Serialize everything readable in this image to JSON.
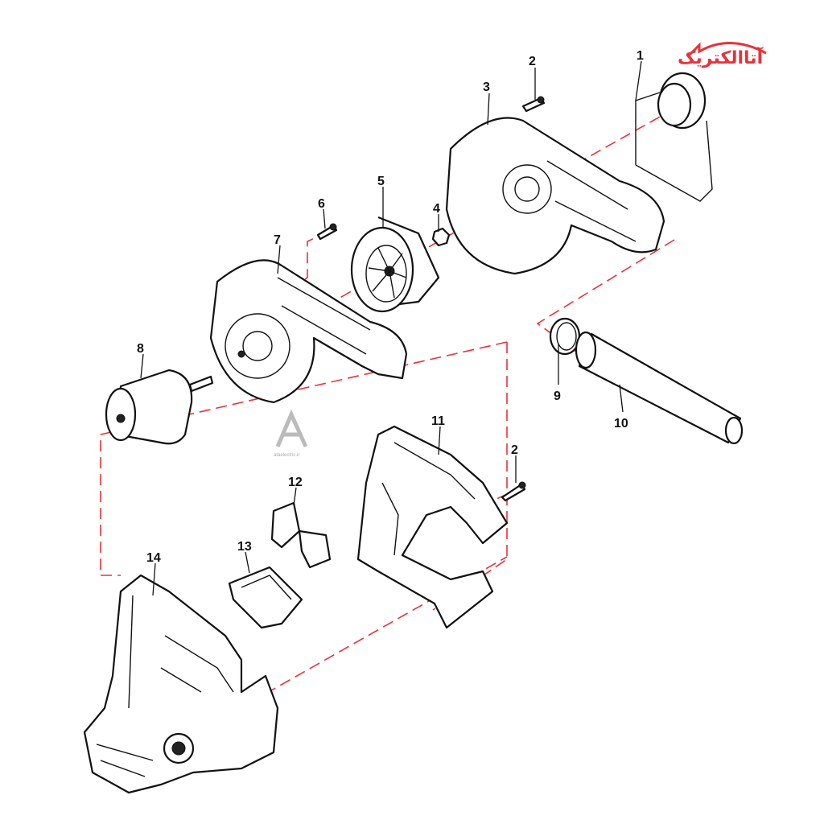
{
  "brand": {
    "logo_text": "آتاالکتریک",
    "watermark_text": "ataelectric.ir",
    "accent": "#e8323a"
  },
  "callouts": {
    "p1": "1",
    "p2a": "2",
    "p3": "3",
    "p4": "4",
    "p5": "5",
    "p6": "6",
    "p7": "7",
    "p8": "8",
    "p9": "9",
    "p10": "10",
    "p11": "11",
    "p2b": "2",
    "p12": "12",
    "p13": "13",
    "p14": "14"
  }
}
